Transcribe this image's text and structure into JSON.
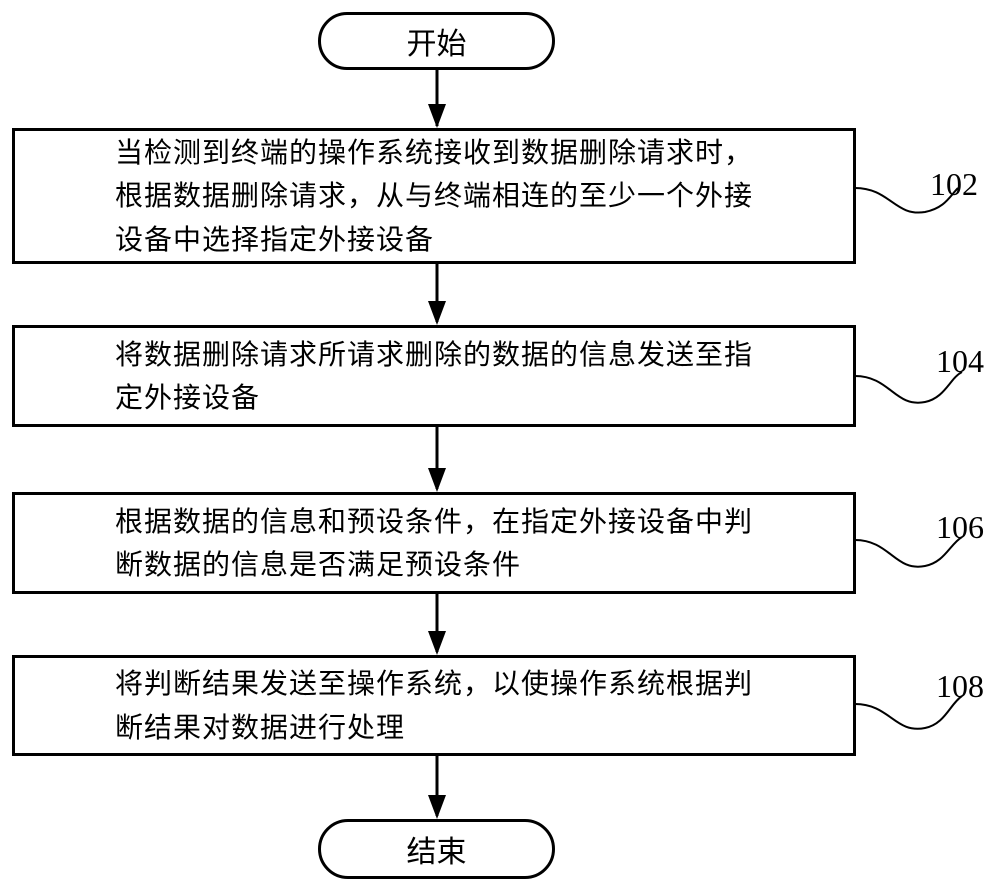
{
  "start": {
    "label": "开始"
  },
  "end": {
    "label": "结束"
  },
  "steps": [
    {
      "id": "102",
      "lines": [
        "当检测到终端的操作系统接收到数据删除请求时，",
        "根据数据删除请求，从与终端相连的至少一个外接",
        "设备中选择指定外接设备"
      ]
    },
    {
      "id": "104",
      "lines": [
        "将数据删除请求所请求删除的数据的信息发送至指",
        "定外接设备"
      ]
    },
    {
      "id": "106",
      "lines": [
        "根据数据的信息和预设条件，在指定外接设备中判",
        "断数据的信息是否满足预设条件"
      ]
    },
    {
      "id": "108",
      "lines": [
        "将判断结果发送至操作系统，以使操作系统根据判",
        "断结果对数据进行处理"
      ]
    }
  ]
}
